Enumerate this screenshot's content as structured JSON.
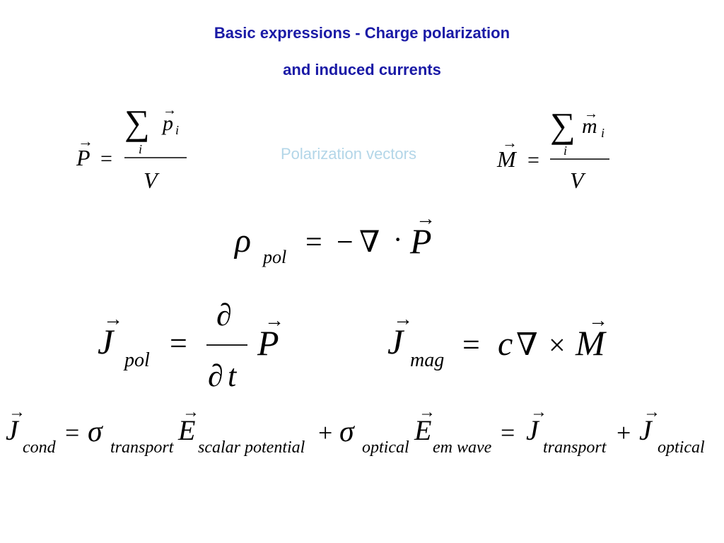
{
  "title": {
    "line1": "Basic expressions  - Charge polarization",
    "line2": "and induced currents"
  },
  "note": "Polarization vectors",
  "symbols": {
    "sum": "∑",
    "equals": "=",
    "plus": "+",
    "minus": "−",
    "nabla": "∇",
    "dot": "·",
    "times": "×",
    "partial": "∂",
    "rho": "ρ",
    "sigma": "σ",
    "arrow": "→",
    "P": "P",
    "p": "p",
    "M": "M",
    "m": "m",
    "V": "V",
    "i": "i",
    "J": "J",
    "E": "E",
    "c": "c",
    "t": "t"
  },
  "subscripts": {
    "pol": "pol",
    "mag": "mag",
    "cond": "cond",
    "transport": "transport",
    "scalar_potential": "scalar  potential",
    "optical": "optical",
    "em_wave": "em wave"
  }
}
